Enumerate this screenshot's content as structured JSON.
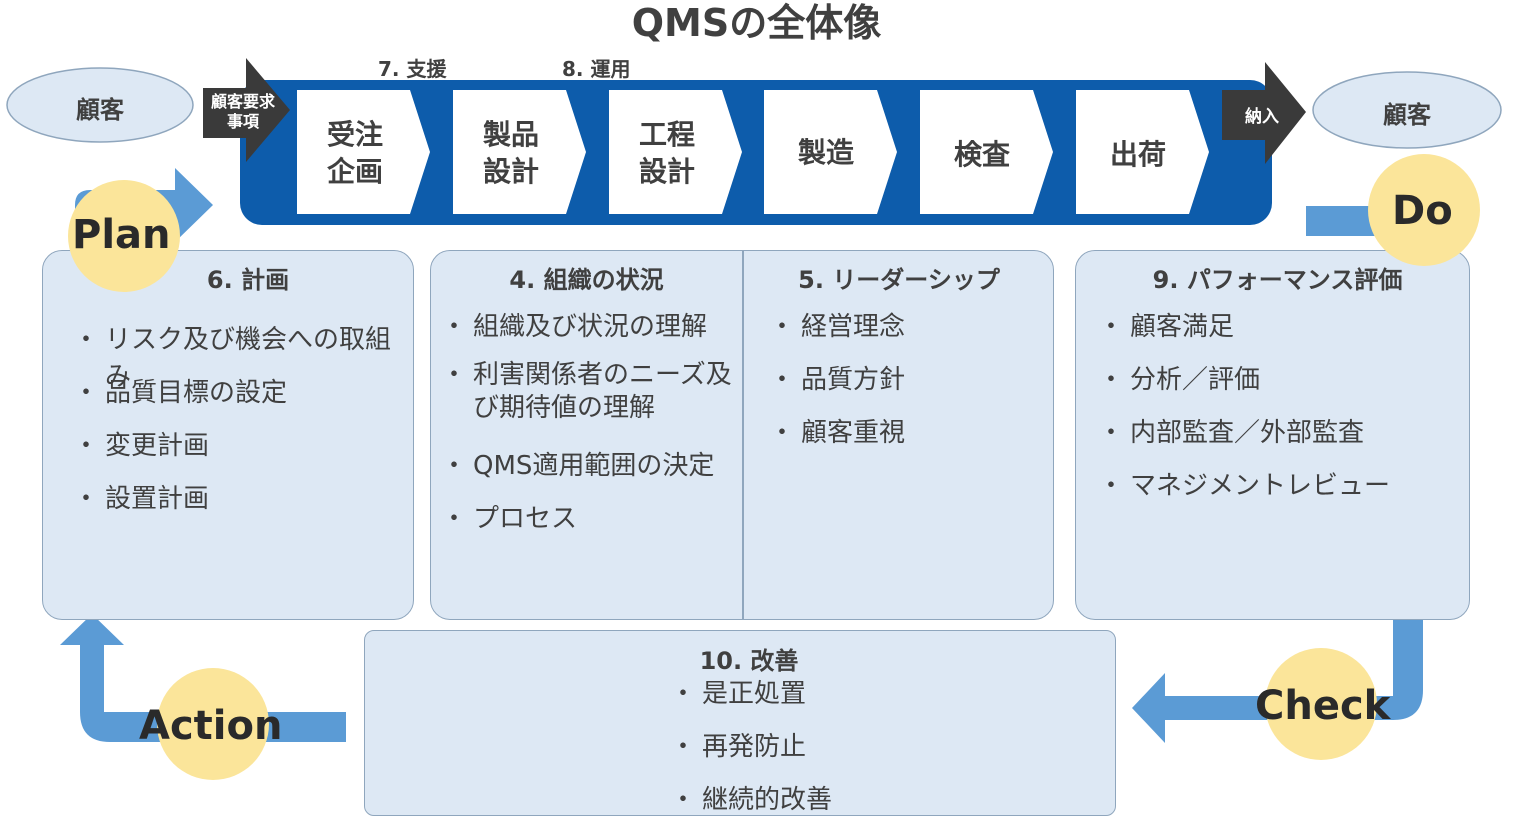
{
  "title": "QMSの全体像",
  "process_labels": {
    "support": "7. 支援",
    "operation": "8. 運用"
  },
  "customer_left": "顧客",
  "customer_right": "顧客",
  "requirements": "顧客要求事項",
  "delivery": "納入",
  "steps": [
    {
      "label": "受注企画"
    },
    {
      "label": "製品設計"
    },
    {
      "label": "工程設計"
    },
    {
      "label": "製造"
    },
    {
      "label": "検査"
    },
    {
      "label": "出荷"
    }
  ],
  "pdca": {
    "plan": "Plan",
    "do": "Do",
    "check": "Check",
    "action": "Action"
  },
  "panels": {
    "planning": {
      "title": "6. 計画",
      "items": [
        "リスク及び機会への取組み",
        "品質目標の設定",
        "変更計画",
        "設置計画"
      ]
    },
    "context": {
      "title": "4. 組織の状況",
      "items": [
        "組織及び状況の理解",
        "利害関係者のニーズ及び期待値の理解",
        "QMS適用範囲の決定",
        "プロセス"
      ]
    },
    "leadership": {
      "title": "5. リーダーシップ",
      "items": [
        "経営理念",
        "品質方針",
        "顧客重視"
      ]
    },
    "performance": {
      "title": "9. パフォーマンス評価",
      "items": [
        "顧客満足",
        "分析／評価",
        "内部監査／外部監査",
        "マネジメントレビュー"
      ]
    },
    "improvement": {
      "title": "10. 改善",
      "items": [
        "是正処置",
        "再発防止",
        "継続的改善"
      ]
    }
  },
  "colors": {
    "band": "#0d5cab",
    "arrows": "#5b9bd5",
    "circle": "#fbe59a",
    "panel": "#dde8f4",
    "ellipse": "#dde8f4",
    "dark_arrow": "#3a3a3a"
  }
}
